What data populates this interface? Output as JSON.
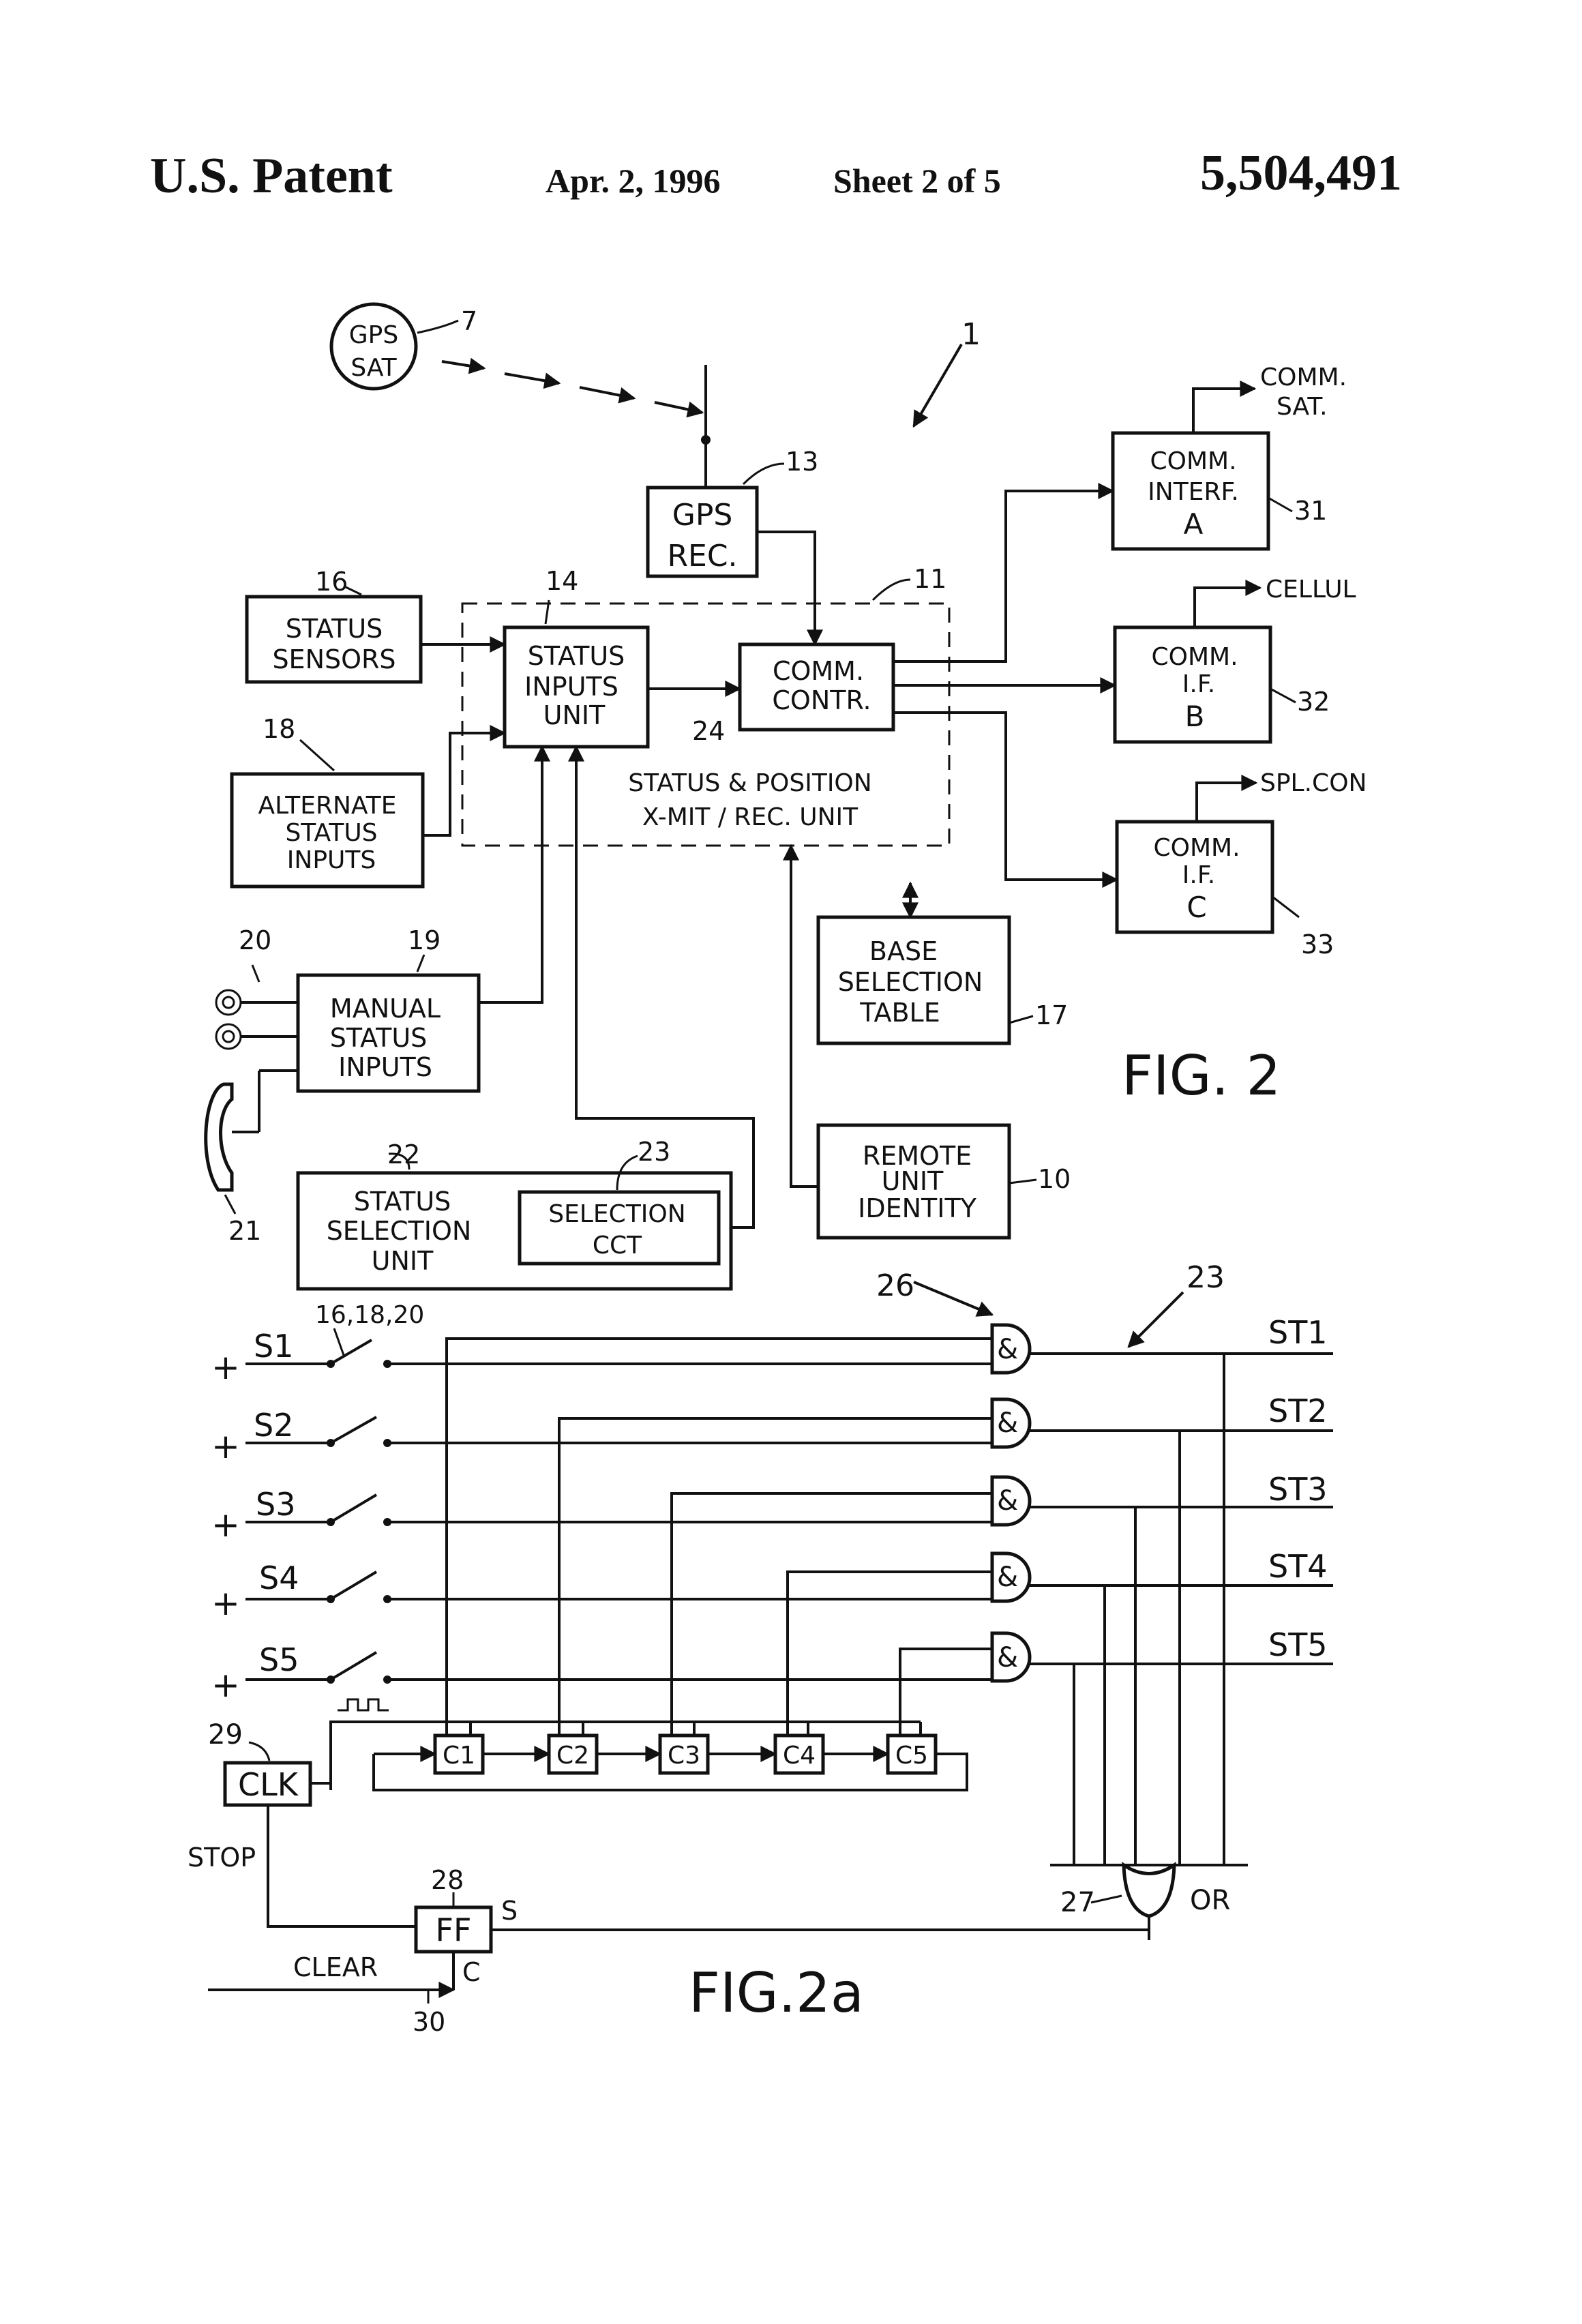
{
  "header": {
    "title": "U.S. Patent",
    "date": "Apr. 2, 1996",
    "sheet": "Sheet 2 of 5",
    "patent_number": "5,504,491"
  },
  "fig2": {
    "caption": "FIG. 2",
    "system_ref": "1",
    "gps_sat": {
      "line1": "GPS",
      "line2": "SAT",
      "ref": "7"
    },
    "gps_rec": {
      "line1": "GPS",
      "line2": "REC.",
      "ref": "13"
    },
    "status_sensors": {
      "line1": "STATUS",
      "line2": "SENSORS",
      "ref": "16"
    },
    "alternate_status_inputs": {
      "line1": "ALTERNATE",
      "line2": "STATUS",
      "line3": "INPUTS",
      "ref": "18"
    },
    "manual_status_inputs": {
      "line1": "MANUAL",
      "line2": "STATUS",
      "line3": "INPUTS",
      "ref": "19"
    },
    "manual_switch_ref": "20",
    "handset_ref": "21",
    "status_inputs_unit": {
      "line1": "STATUS",
      "line2": "INPUTS",
      "line3": "UNIT",
      "ref": "14"
    },
    "comm_controller": {
      "line1": "COMM.",
      "line2": "CONTR.",
      "ref": "24"
    },
    "xmit_unit": {
      "line1": "STATUS & POSITION",
      "line2": "X-MIT / REC. UNIT",
      "ref": "11"
    },
    "base_selection_table": {
      "line1": "BASE",
      "line2": "SELECTION",
      "line3": "TABLE",
      "ref": "17"
    },
    "remote_unit_identity": {
      "line1": "REMOTE",
      "line2": "UNIT",
      "line3": "IDENTITY",
      "ref": "10"
    },
    "status_selection_unit": {
      "line1": "STATUS",
      "line2": "SELECTION",
      "line3": "UNIT",
      "ref": "22"
    },
    "selection_cct": {
      "line1": "SELECTION",
      "line2": "CCT",
      "ref": "23"
    },
    "comm_if_a": {
      "line1": "COMM.",
      "line2": "INTERF.",
      "line3": "A",
      "ref": "31",
      "output": "COMM.",
      "output2": "SAT."
    },
    "comm_if_b": {
      "line1": "COMM.",
      "line2": "I.F.",
      "line3": "B",
      "ref": "32",
      "output": "CELLUL"
    },
    "comm_if_c": {
      "line1": "COMM.",
      "line2": "I.F.",
      "line3": "C",
      "ref": "33",
      "output": "SPL.CON"
    }
  },
  "fig2a": {
    "caption": "FIG.2a",
    "circuit_ref": "23",
    "and_gate_ref": "26",
    "switch_ref": "16,18,20",
    "plus_sign": "+",
    "switches": [
      "S1",
      "S2",
      "S3",
      "S4",
      "S5"
    ],
    "outputs": [
      "ST1",
      "ST2",
      "ST3",
      "ST4",
      "ST5"
    ],
    "gate_symbol": "&",
    "counters": [
      "C1",
      "C2",
      "C3",
      "C4",
      "C5"
    ],
    "clock": {
      "label": "CLK",
      "ref": "29"
    },
    "stop_label": "STOP",
    "flipflop": {
      "label": "FF",
      "ref": "28",
      "set": "S",
      "clear_pin": "C"
    },
    "clear_label": "CLEAR",
    "clear_ref": "30",
    "or_gate": {
      "label": "OR",
      "ref": "27"
    }
  }
}
